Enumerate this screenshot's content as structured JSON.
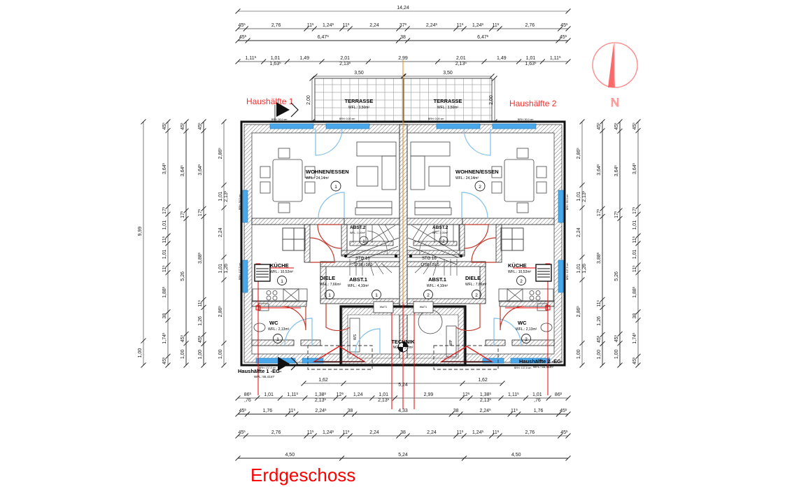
{
  "drawing": {
    "title": "Erdgeschoss",
    "title_color": "#fe0000",
    "compass_label": "N",
    "compass_color": "#ff6b6b",
    "label_house_left": "Haushälfte 1",
    "label_house_right": "Haushälfte 2",
    "unit_label_left": "Haushälfte 1 -EG-",
    "unit_area_left": "WFL: 55,41m²",
    "unit_label_right": "Haushälfte 2 -EG-",
    "unit_area_right": "WFL: 55,41m²"
  },
  "rooms": {
    "terrasse_left": {
      "name": "TERRASSE",
      "area": "WFL.: 3,50m²",
      "no": "",
      "brh": "BRH: 0,00 cm"
    },
    "terrasse_right": {
      "name": "TERRASSE",
      "area": "WFL.: 3,50m²",
      "no": "",
      "brh": "BRH: 0,00 cm"
    },
    "wohnen_left": {
      "name": "WOHNEN/ESSEN",
      "area": "WFL.: 24,14m²",
      "no": "1"
    },
    "wohnen_right": {
      "name": "WOHNEN/ESSEN",
      "area": "WFL.: 24,14m²",
      "no": "2"
    },
    "kueche_left": {
      "name": "KÜCHE",
      "area": "WFL.: 10,52m²",
      "no": "1"
    },
    "kueche_right": {
      "name": "KÜCHE",
      "area": "WFL.: 10,52m²",
      "no": "2"
    },
    "diele_left": {
      "name": "DIELE",
      "area": "WFL.: 7,66m²",
      "no": "1"
    },
    "diele_right": {
      "name": "DIELE",
      "area": "WFL.: 7,66m²",
      "no": "2"
    },
    "wc_left": {
      "name": "WC",
      "area": "WFL.: 2,13m²",
      "no": "1"
    },
    "wc_right": {
      "name": "WC",
      "area": "WFL.: 2,13m²",
      "no": "2"
    },
    "abst1_left": {
      "name": "ABST.1",
      "area": "WFL.: 4,10m²",
      "no": "1"
    },
    "abst1_right": {
      "name": "ABST.1",
      "area": "WFL.: 4,10m²",
      "no": "2"
    },
    "abst2_left": {
      "name": "ABST.2",
      "area": "WFL.: 1,00m²",
      "no": "1"
    },
    "abst2_right": {
      "name": "ABST.2",
      "area": "WFL.: 1,00m²",
      "no": "2"
    },
    "technik": {
      "name": "TECHNIK",
      "area": "NGF: 7,37m²",
      "no": ""
    }
  },
  "annotations": {
    "stair_left_name": "STG 16",
    "stair_left_riser": "17,88 / 26,0",
    "stair_right_name": "STG 16",
    "stair_right_riser": "17,88 / 26,0",
    "ws_label": "WS",
    "wp_label": "WP",
    "brh_50": "BRH: 50,0 cm",
    "brh_0": "BRH: 0,00 cm",
    "brh_137": "BRH: 137,5 cm",
    "brh_side": "BRH: 50,0 cm",
    "meter_left": "Wa/T1",
    "meter_right": "Wa/T1"
  },
  "dimensions": {
    "top": [
      {
        "row": 1,
        "segments": [
          {
            "label": "14,24",
            "span": 474
          }
        ]
      },
      {
        "row": 2,
        "segments": [
          {
            "label": "45",
            "sup": "5",
            "span": 12
          },
          {
            "label": "2,76",
            "span": 92
          },
          {
            "label": "11",
            "sup": "5",
            "span": 12
          },
          {
            "label": "1,24",
            "sup": "5",
            "span": 42
          },
          {
            "label": "11",
            "sup": "5",
            "span": 12
          },
          {
            "label": "2,24",
            "span": 74
          },
          {
            "label": "37",
            "sup": "5",
            "span": 13
          },
          {
            "label": "2,24",
            "sup": "5",
            "span": 74
          },
          {
            "label": "11",
            "sup": "5",
            "span": 12
          },
          {
            "label": "1,24",
            "sup": "5",
            "span": 42
          },
          {
            "label": "11",
            "sup": "5",
            "span": 12
          },
          {
            "label": "2,76",
            "span": 92
          },
          {
            "label": "45",
            "sup": "5",
            "span": 12
          }
        ]
      },
      {
        "row": 3,
        "segments": [
          {
            "label": "45",
            "sup": "5",
            "span": 14
          },
          {
            "label": "6,47",
            "sup": "5",
            "span": 215
          },
          {
            "label": "38",
            "span": 13
          },
          {
            "label": "6,47",
            "sup": "5",
            "span": 215
          },
          {
            "label": "45",
            "sup": "5",
            "span": 14
          }
        ]
      },
      {
        "row": 4,
        "segments": [
          {
            "label": "1,11",
            "sup": "5",
            "span": 37
          },
          {
            "label": "1,01",
            "sub": "1,63",
            "subsup": "5",
            "span": 34
          },
          {
            "label": "1,49",
            "span": 50
          },
          {
            "label": "2,01",
            "sub": "2,13",
            "subsup": "5",
            "span": 67
          },
          {
            "label": "2,99",
            "span": 100
          },
          {
            "label": "2,01",
            "sub": "2,13",
            "subsup": "5",
            "span": 67
          },
          {
            "label": "1,49",
            "span": 50
          },
          {
            "label": "1,01",
            "sub": "1,63",
            "subsup": "5",
            "span": 34
          },
          {
            "label": "1,11",
            "sup": "5",
            "span": 37
          }
        ]
      }
    ],
    "terrace": [
      {
        "label": "3,50"
      },
      {
        "label": "3,50"
      }
    ],
    "bottom": [
      {
        "row": 1,
        "segments": [
          {
            "label": "86",
            "sup": "5",
            "sub": ",76",
            "span": 29
          },
          {
            "label": "1,01",
            "span": 34
          },
          {
            "label": "1,11",
            "sup": "5",
            "span": 37
          },
          {
            "label": "1,38",
            "sup": "5",
            "sub": "2,13",
            "subsup": "5",
            "span": 46
          },
          {
            "label": "12",
            "sup": "5",
            "span": 12
          },
          {
            "label": "1,24",
            "span": 42
          },
          {
            "label": "1,01",
            "sub": "2,13",
            "subsup": "5",
            "span": 34
          },
          {
            "label": "2,99",
            "span": 100
          },
          {
            "label": "12",
            "sup": "5",
            "span": 12
          },
          {
            "label": "1,38",
            "sup": "5",
            "sub": "2,13",
            "subsup": "5",
            "span": 46
          },
          {
            "label": "1,11",
            "sup": "5",
            "span": 37
          },
          {
            "label": "1,01",
            "sub": ",76",
            "span": 34
          },
          {
            "label": "86",
            "sup": "5",
            "span": 29
          }
        ]
      },
      {
        "row": 2,
        "segments": [
          {
            "label": "45",
            "sup": "5",
            "span": 14
          },
          {
            "label": "1,76",
            "span": 60
          },
          {
            "label": "11",
            "sup": "5",
            "span": 12
          },
          {
            "label": "2,24",
            "sup": "5",
            "span": 74
          },
          {
            "label": "38",
            "span": 13
          },
          {
            "label": "4,33",
            "span": 144
          },
          {
            "label": "38",
            "span": 13
          },
          {
            "label": "2,24",
            "sup": "5",
            "span": 74
          },
          {
            "label": "11",
            "sup": "5",
            "span": 12
          },
          {
            "label": "1,76",
            "span": 60
          },
          {
            "label": "45",
            "sup": "5",
            "span": 14
          }
        ]
      },
      {
        "row": 3,
        "segments": [
          {
            "label": "45",
            "sup": "5",
            "span": 12
          },
          {
            "label": "2,76",
            "span": 92
          },
          {
            "label": "11",
            "sup": "5",
            "span": 12
          },
          {
            "label": "1,24",
            "sup": "5",
            "span": 42
          },
          {
            "label": "11",
            "sup": "5",
            "span": 12
          },
          {
            "label": "2,24",
            "span": 74
          },
          {
            "label": "38",
            "span": 13
          },
          {
            "label": "2,24",
            "span": 74
          },
          {
            "label": "11",
            "sup": "5",
            "span": 12
          },
          {
            "label": "1,24",
            "sup": "5",
            "span": 42
          },
          {
            "label": "11",
            "sup": "5",
            "span": 12
          },
          {
            "label": "2,76",
            "span": 92
          },
          {
            "label": "45",
            "sup": "5",
            "span": 12
          }
        ]
      },
      {
        "row": 4,
        "segments": [
          {
            "label": "4,50",
            "span": 147
          },
          {
            "label": "5,24",
            "span": 173
          },
          {
            "label": "4,50",
            "span": 147
          }
        ]
      }
    ],
    "left": [
      {
        "col": 1,
        "segments": [
          {
            "label": "1,00",
            "span": 33
          },
          {
            "label": "9,99",
            "span": 296
          }
        ]
      },
      {
        "col": 2,
        "segments": [
          {
            "label": "45",
            "sup": "5",
            "span": 14
          },
          {
            "label": "1,74",
            "sup": "5",
            "span": 57
          },
          {
            "label": "38",
            "span": 13
          },
          {
            "label": "1,88",
            "sup": "5",
            "span": 62
          },
          {
            "label": "11",
            "sup": "5",
            "span": 12
          },
          {
            "label": "1,01",
            "span": 34
          },
          {
            "label": "11",
            "sup": "5",
            "span": 12
          },
          {
            "label": "1,01",
            "span": 34
          },
          {
            "label": "17",
            "sup": "5",
            "span": 12
          },
          {
            "label": "3,64",
            "sup": "5",
            "span": 120
          },
          {
            "label": "45",
            "sup": "5",
            "span": 14
          }
        ]
      },
      {
        "col": 3,
        "segments": [
          {
            "label": "1,00",
            "span": 33
          },
          {
            "label": "45",
            "sup": "5",
            "span": 14
          },
          {
            "label": "5,26",
            "span": 174
          },
          {
            "label": "17",
            "sup": "5",
            "span": 12
          },
          {
            "label": "3,64",
            "sup": "5",
            "span": 120
          },
          {
            "label": "45",
            "sup": "5",
            "span": 14
          }
        ]
      },
      {
        "col": 4,
        "segments": [
          {
            "label": "1,00",
            "span": 33
          },
          {
            "label": "45",
            "sup": "5",
            "span": 14
          },
          {
            "label": "1,26",
            "span": 42
          },
          {
            "label": "11",
            "sup": "5",
            "span": 12
          },
          {
            "label": "3,88",
            "sup": "5",
            "span": 128
          },
          {
            "label": "17",
            "sup": "5",
            "span": 12
          },
          {
            "label": "3,64",
            "sup": "5",
            "span": 120
          },
          {
            "label": "45",
            "sup": "5",
            "span": 14
          }
        ]
      },
      {
        "col": 5,
        "segments": [
          {
            "label": "1,00",
            "span": 33
          },
          {
            "label": "2,86",
            "sup": "5",
            "span": 95
          },
          {
            "label": "1,01",
            "sub": "1,26",
            "span": 34
          },
          {
            "label": "2,24",
            "span": 74
          },
          {
            "label": "1,01",
            "sub": "2,13",
            "subsup": "5",
            "span": 34
          },
          {
            "label": "2,86",
            "sup": "5",
            "span": 95
          }
        ]
      }
    ],
    "right": [
      {
        "col": 1,
        "segments": [
          {
            "label": "1,00",
            "span": 33
          },
          {
            "label": "2,86",
            "sup": "5",
            "span": 95
          },
          {
            "label": "1,01",
            "sub": "1,26",
            "span": 34
          },
          {
            "label": "2,24",
            "span": 74
          },
          {
            "label": "1,01",
            "sub": "2,13",
            "subsup": "5",
            "span": 34
          },
          {
            "label": "2,86",
            "sup": "5",
            "span": 95
          }
        ]
      },
      {
        "col": 2,
        "segments": [
          {
            "label": "1,00",
            "span": 33
          },
          {
            "label": "45",
            "sup": "5",
            "span": 14
          },
          {
            "label": "1,26",
            "span": 42
          },
          {
            "label": "11",
            "sup": "5",
            "span": 12
          },
          {
            "label": "3,88",
            "sup": "5",
            "span": 128
          },
          {
            "label": "17",
            "sup": "5",
            "span": 12
          },
          {
            "label": "3,64",
            "sup": "5",
            "span": 120
          },
          {
            "label": "45",
            "sup": "5",
            "span": 14
          }
        ]
      },
      {
        "col": 3,
        "segments": [
          {
            "label": "1,00",
            "span": 33
          },
          {
            "label": "45",
            "sup": "5",
            "span": 14
          },
          {
            "label": "5,26",
            "span": 174
          },
          {
            "label": "17",
            "sup": "5",
            "span": 12
          },
          {
            "label": "3,64",
            "sup": "5",
            "span": 120
          },
          {
            "label": "45",
            "sup": "5",
            "span": 14
          }
        ]
      },
      {
        "col": 4,
        "segments": [
          {
            "label": "45",
            "sup": "5",
            "span": 14
          },
          {
            "label": "1,74",
            "sup": "5",
            "span": 57
          },
          {
            "label": "38",
            "span": 13
          },
          {
            "label": "1,88",
            "sup": "5",
            "span": 62
          },
          {
            "label": "11",
            "sup": "5",
            "span": 12
          },
          {
            "label": "1,01",
            "span": 34
          },
          {
            "label": "11",
            "sup": "5",
            "span": 12
          },
          {
            "label": "1,01",
            "span": 34
          },
          {
            "label": "17",
            "sup": "5",
            "span": 12
          },
          {
            "label": "3,64",
            "sup": "5",
            "span": 120
          },
          {
            "label": "45",
            "sup": "5",
            "span": 14
          }
        ]
      }
    ],
    "terrace_vert": [
      {
        "label": "2,00",
        "side": "left"
      },
      {
        "label": "2,00",
        "side": "right"
      }
    ],
    "interior_bottom": [
      {
        "label": "1,62",
        "sup": "5"
      },
      {
        "label": "5,24"
      },
      {
        "label": "1,62",
        "sup": "5"
      }
    ]
  },
  "colors": {
    "wall": "#1a1a1a",
    "window": "#3aa0e8",
    "door_swing_red": "#c0392b",
    "door_swing_blue": "#7fbfe8",
    "axis_orange": "#e8921e",
    "axis_red": "#ee0000",
    "dim_line": "#6f6f6f",
    "dim_line_dark": "#222222"
  }
}
